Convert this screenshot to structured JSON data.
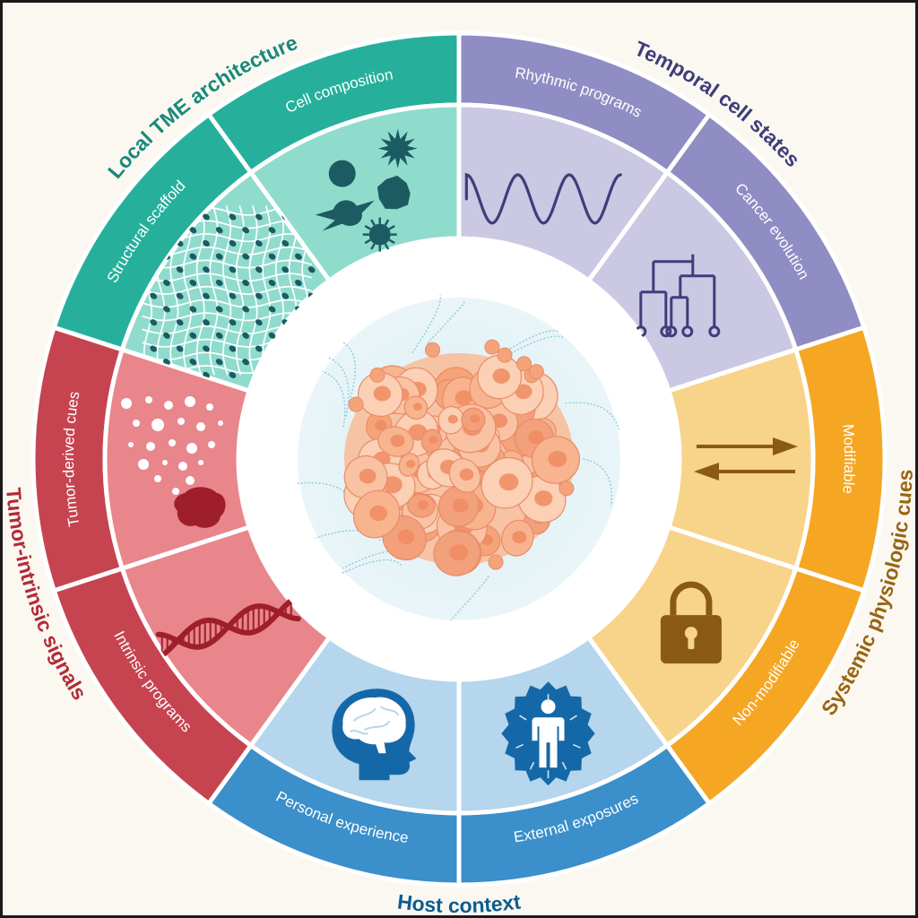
{
  "categories": [
    {
      "id": "temporal",
      "title": "Temporal cell states",
      "colors": {
        "title": "#3f3d7a",
        "band": "#8f8dc3",
        "inner": "#cbc8e3",
        "icon": "#3f3d7a"
      },
      "segments": [
        {
          "label": "Rhythmic programs",
          "icon": "sine-wave-icon"
        },
        {
          "label": "Cancer evolution",
          "icon": "phylogenetic-tree-icon"
        }
      ]
    },
    {
      "id": "systemic",
      "title": "Systemic physiologic cues",
      "colors": {
        "title": "#9a6412",
        "band": "#f5a623",
        "inner": "#f8d38a",
        "icon": "#8a5a14"
      },
      "segments": [
        {
          "label": "Modifiable",
          "icon": "bidirectional-arrows-icon"
        },
        {
          "label": "Non-modifiable",
          "icon": "padlock-icon"
        }
      ]
    },
    {
      "id": "host",
      "title": "Host context",
      "colors": {
        "title": "#0d5c8f",
        "band": "#3b8fca",
        "inner": "#b5d6ec",
        "icon": "#1568a8"
      },
      "segments": [
        {
          "label": "External exposures",
          "icon": "person-exposure-icon"
        },
        {
          "label": "Personal experience",
          "icon": "head-brain-icon"
        }
      ]
    },
    {
      "id": "tumor",
      "title": "Tumor-intrinsic signals",
      "colors": {
        "title": "#b32a38",
        "band": "#c64450",
        "inner": "#e8868b",
        "icon": "#9e1f2b"
      },
      "segments": [
        {
          "label": "Intrinsic programs",
          "icon": "dna-helix-icon"
        },
        {
          "label": "Tumor-derived cues",
          "icon": "secreted-particles-icon"
        }
      ]
    },
    {
      "id": "local",
      "title": "Local TME architecture",
      "colors": {
        "title": "#17897a",
        "band": "#26b09b",
        "inner": "#8fdccd",
        "icon": "#1d5b63"
      },
      "segments": [
        {
          "label": "Structural scaffold",
          "icon": "fiber-mesh-icon"
        },
        {
          "label": "Cell composition",
          "icon": "cell-types-icon"
        }
      ]
    }
  ],
  "center": {
    "icon": "tumor-cell-cluster-icon"
  }
}
